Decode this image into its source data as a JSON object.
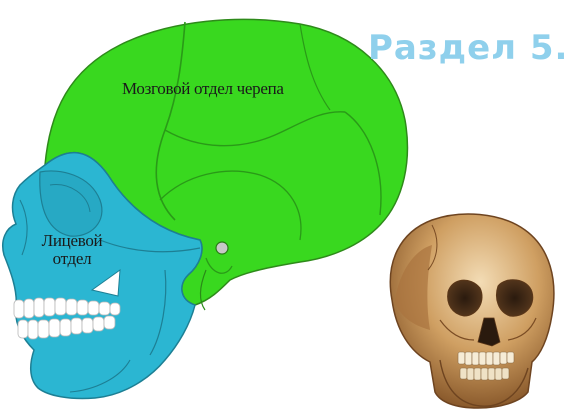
{
  "section_title": "Раздел 5.",
  "labels": {
    "cranial": "Мозговой отдел черепа",
    "facial_line1": "Лицевой",
    "facial_line2": "отдел"
  },
  "colors": {
    "cranial_region": "#39d81f",
    "facial_region": "#2bb6d2",
    "title": "#8fd0ec",
    "outline": "#2e8a1a",
    "bone": "#c89a62"
  }
}
